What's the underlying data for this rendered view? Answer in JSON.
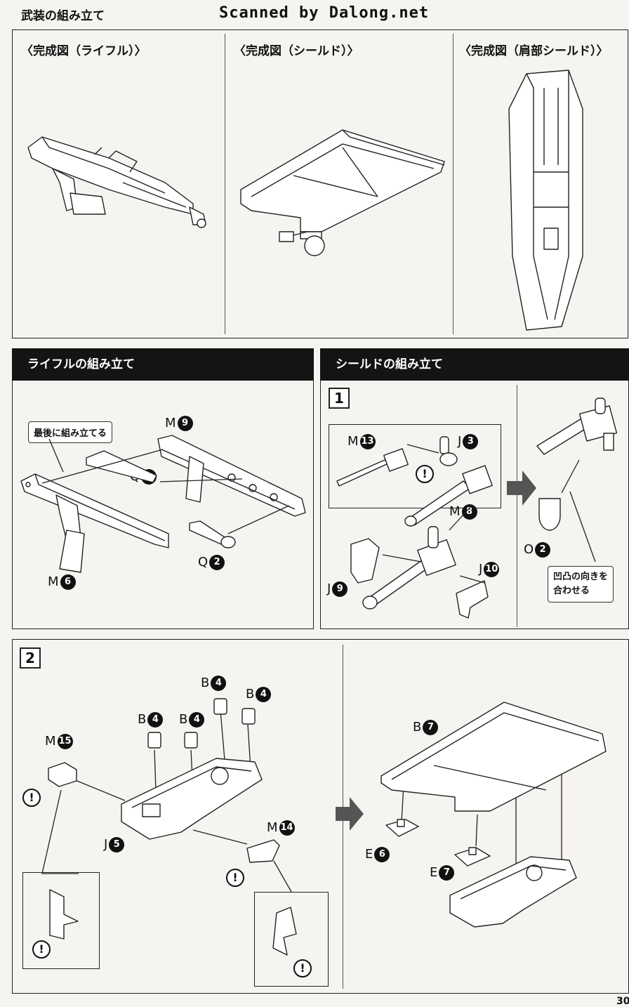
{
  "header": {
    "section_title": "武装の組み立て",
    "watermark": "Scanned by Dalong.net",
    "page_number": "30"
  },
  "completed": {
    "rifle": "〈完成図（ライフル）〉",
    "shield": "〈完成図（シールド）〉",
    "shoulder_shield": "〈完成図（肩部シールド）〉"
  },
  "rifle_assembly": {
    "title": "ライフルの組み立て",
    "callout": "最後に組み立てる",
    "parts": [
      {
        "letter": "M",
        "number": "9"
      },
      {
        "letter": "Q",
        "number": "1"
      },
      {
        "letter": "Q",
        "number": "2"
      },
      {
        "letter": "M",
        "number": "6"
      }
    ]
  },
  "shield_assembly": {
    "title": "シールドの組み立て",
    "step1": {
      "step": "1",
      "callout_line1": "凹凸の向きを",
      "callout_line2": "合わせる",
      "warning": "!",
      "parts": [
        {
          "letter": "M",
          "number": "13"
        },
        {
          "letter": "J",
          "number": "3"
        },
        {
          "letter": "M",
          "number": "8"
        },
        {
          "letter": "J",
          "number": "9"
        },
        {
          "letter": "J",
          "number": "10"
        },
        {
          "letter": "O",
          "number": "2"
        }
      ]
    }
  },
  "step2": {
    "step": "2",
    "warning": "!",
    "parts": [
      {
        "letter": "B",
        "number": "4"
      },
      {
        "letter": "B",
        "number": "4"
      },
      {
        "letter": "B",
        "number": "4"
      },
      {
        "letter": "B",
        "number": "4"
      },
      {
        "letter": "M",
        "number": "15"
      },
      {
        "letter": "J",
        "number": "5"
      },
      {
        "letter": "M",
        "number": "14"
      },
      {
        "letter": "B",
        "number": "7"
      },
      {
        "letter": "E",
        "number": "6"
      },
      {
        "letter": "E",
        "number": "7"
      }
    ]
  }
}
